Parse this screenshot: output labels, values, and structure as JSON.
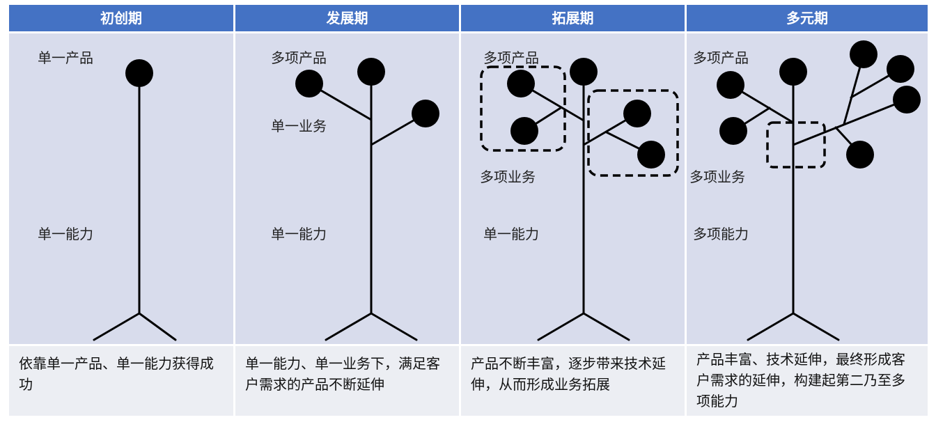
{
  "stages": [
    {
      "header": "初创期",
      "labels": {
        "product": "单一产品",
        "capability": "单一能力"
      },
      "description": "依靠单一产品、单一能力获得成功"
    },
    {
      "header": "发展期",
      "labels": {
        "product": "多项产品",
        "business": "单一业务",
        "capability": "单一能力"
      },
      "description": "单一能力、单一业务下，满足客户需求的产品不断延伸"
    },
    {
      "header": "拓展期",
      "labels": {
        "product": "多项产品",
        "business": "多项业务",
        "capability": "单一能力"
      },
      "description": "产品不断丰富，逐步带来技术延伸，从而形成业务拓展"
    },
    {
      "header": "多元期",
      "labels": {
        "product": "多项产品",
        "business": "多项业务",
        "capability": "多项能力"
      },
      "description": "产品丰富、技术延伸，最终形成客户需求的延伸，构建起第二乃至多项能力"
    }
  ],
  "colors": {
    "header_bg": "#4472c4",
    "panel_bg": "#d8dcec",
    "desc_bg": "#eceef3",
    "line": "#000000"
  }
}
